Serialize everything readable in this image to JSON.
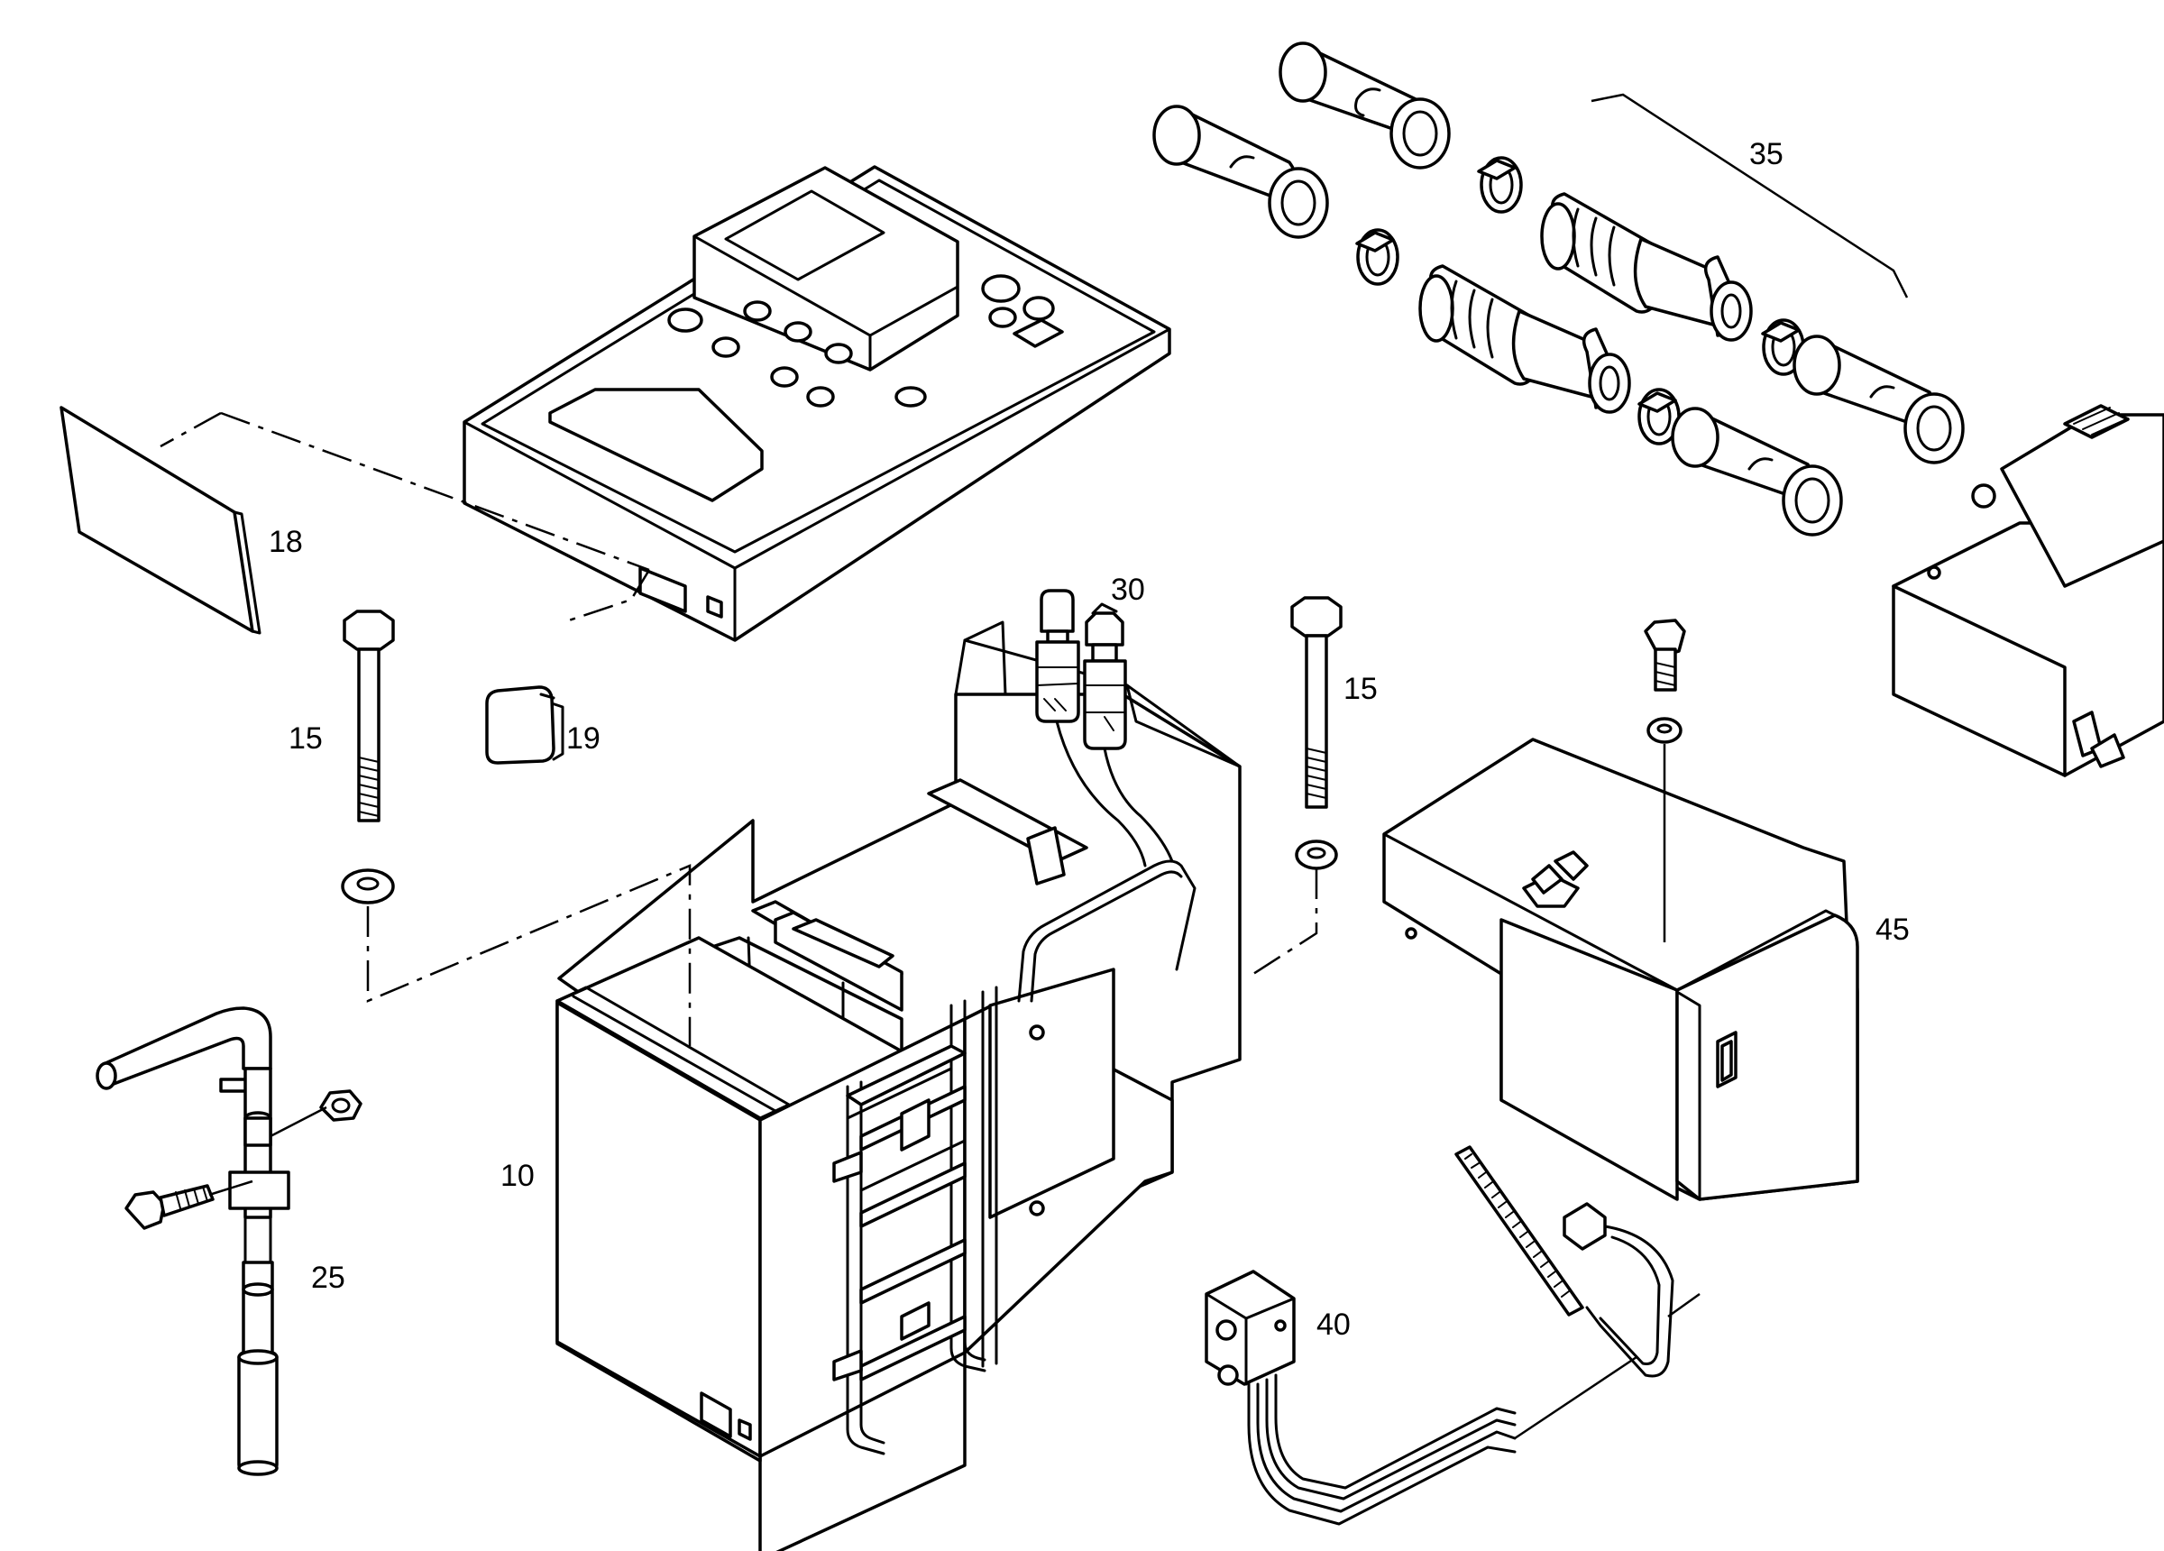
{
  "callouts": {
    "c10": "10",
    "c15a": "15",
    "c15b": "15",
    "c18": "18",
    "c19": "19",
    "c25": "25",
    "c30": "30",
    "c35": "35",
    "c40": "40",
    "c45": "45"
  }
}
